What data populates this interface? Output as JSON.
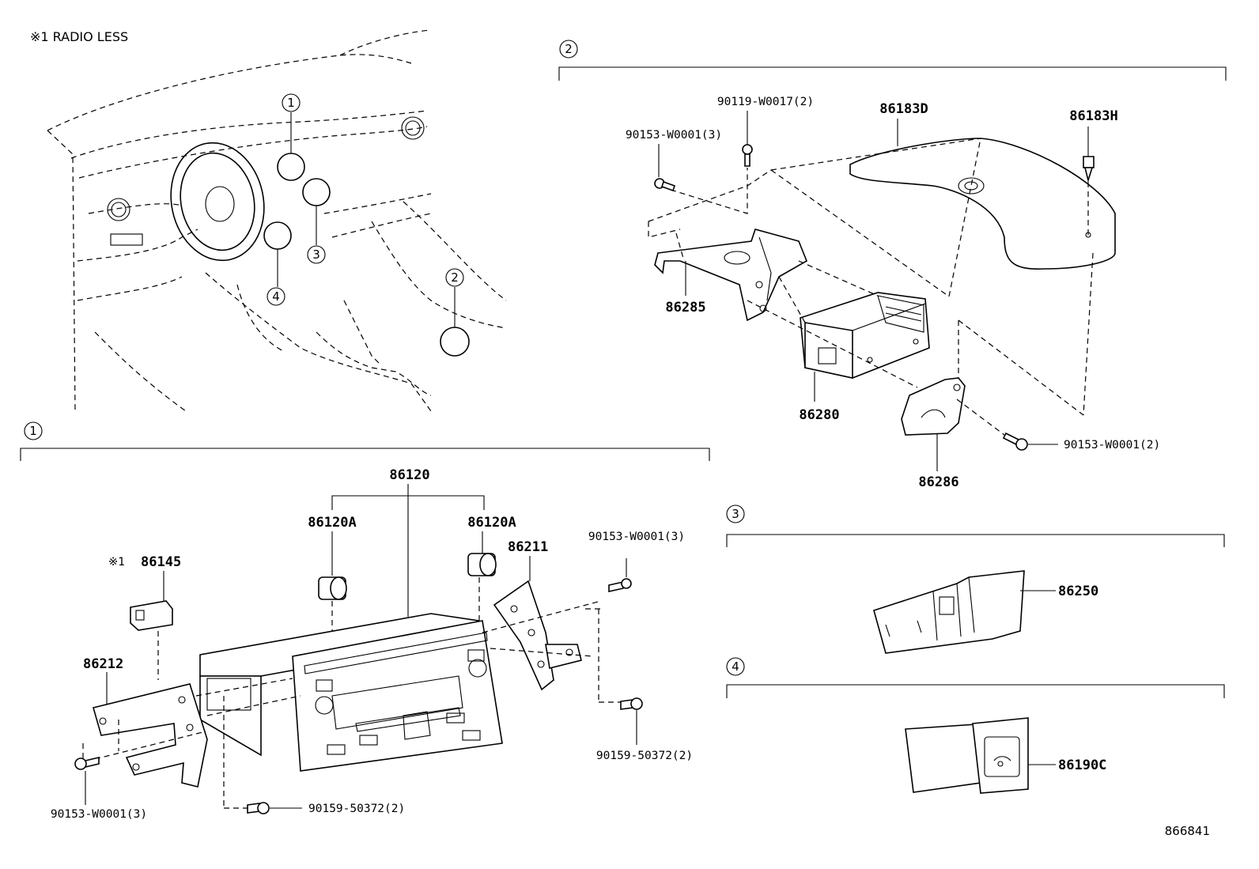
{
  "note": "※1 RADIO LESS",
  "callouts": {
    "c1": "1",
    "c2": "2",
    "c3": "3",
    "c4": "4"
  },
  "section1": {
    "label": "1",
    "parts": {
      "p86120": "86120",
      "p86120A_left": "86120A",
      "p86120A_right": "86120A",
      "p86145_mark": "※1",
      "p86145": "86145",
      "p86211": "86211",
      "p86212": "86212",
      "bolt_right_top": "90153-W0001(3)",
      "screw_right": "90159-50372(2)",
      "bolt_left_bottom": "90153-W0001(3)",
      "screw_bottom": "90159-50372(2)"
    }
  },
  "section2": {
    "label": "2",
    "parts": {
      "bolt_top": "90119-W0017(2)",
      "bolt_left": "90153-W0001(3)",
      "p86183D": "86183D",
      "p86183H": "86183H",
      "p86285": "86285",
      "p86280": "86280",
      "bolt_right": "90153-W0001(2)",
      "p86286": "86286"
    }
  },
  "section3": {
    "label": "3",
    "parts": {
      "p86250": "86250"
    }
  },
  "section4": {
    "label": "4",
    "parts": {
      "p86190C": "86190C"
    }
  },
  "ref_number": "866841"
}
